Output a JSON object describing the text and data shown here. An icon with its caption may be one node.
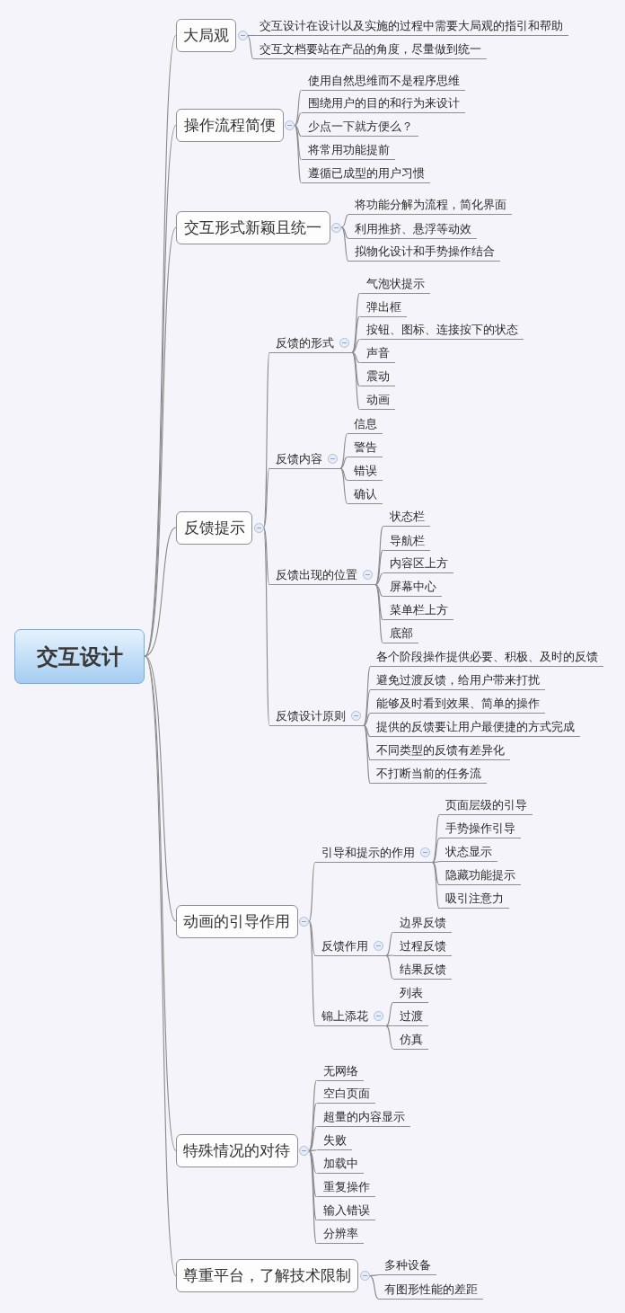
{
  "diagram": {
    "nodes": [
      {
        "text": [
          "交互设计"
        ]
      },
      {
        "text": [
          "大局观"
        ]
      },
      {
        "text": [
          "交互设计在设计以及实施的过程中需要大局观的指引和帮助"
        ]
      },
      {
        "text": [
          "交互文档要站在产品的角度，尽量做到统一"
        ]
      },
      {
        "text": [
          "操作流程简便"
        ]
      },
      {
        "text": [
          "使用自然思维而不是程序思维"
        ]
      },
      {
        "text": [
          "围绕用户的目的和行为来设计"
        ]
      },
      {
        "text": [
          "少点一下就方便么？"
        ]
      },
      {
        "text": [
          "将常用功能提前"
        ]
      },
      {
        "text": [
          "遵循已成型的用户习惯"
        ]
      },
      {
        "text": [
          "交互形式新颖且统一"
        ]
      },
      {
        "text": [
          "将功能分解为流程，简化界面"
        ]
      },
      {
        "text": [
          "利用推挤、悬浮等动效"
        ]
      },
      {
        "text": [
          "拟物化设计和手势操作结合"
        ]
      },
      {
        "text": [
          "反馈提示"
        ]
      },
      {
        "text": [
          "反馈的形式"
        ]
      },
      {
        "text": [
          "气泡状提示"
        ]
      },
      {
        "text": [
          "弹出框"
        ]
      },
      {
        "text": [
          "按钮、图标、连接按下的状态"
        ]
      },
      {
        "text": [
          "声音"
        ]
      },
      {
        "text": [
          "震动"
        ]
      },
      {
        "text": [
          "动画"
        ]
      },
      {
        "text": [
          "反馈内容"
        ]
      },
      {
        "text": [
          "信息"
        ]
      },
      {
        "text": [
          "警告"
        ]
      },
      {
        "text": [
          "错误"
        ]
      },
      {
        "text": [
          "确认"
        ]
      },
      {
        "text": [
          "反馈出现的位置"
        ]
      },
      {
        "text": [
          "状态栏"
        ]
      },
      {
        "text": [
          "导航栏"
        ]
      },
      {
        "text": [
          "内容区上方"
        ]
      },
      {
        "text": [
          "屏幕中心"
        ]
      },
      {
        "text": [
          "菜单栏上方"
        ]
      },
      {
        "text": [
          "底部"
        ]
      },
      {
        "text": [
          "反馈设计原则"
        ]
      },
      {
        "text": [
          "各个阶段操作提供必要、积极、及时的反馈"
        ]
      },
      {
        "text": [
          "避免过渡反馈，给用户带来打扰"
        ]
      },
      {
        "text": [
          "能够及时看到效果、简单的操作"
        ]
      },
      {
        "text": [
          "提供的反馈要让用户最便捷的方式完成"
        ]
      },
      {
        "text": [
          "不同类型的反馈有差异化"
        ]
      },
      {
        "text": [
          "不打断当前的任务流"
        ]
      },
      {
        "text": [
          "动画的引导作用"
        ]
      },
      {
        "text": [
          "引导和提示的作用"
        ]
      },
      {
        "text": [
          "页面层级的引导"
        ]
      },
      {
        "text": [
          "手势操作引导"
        ]
      },
      {
        "text": [
          "状态显示"
        ]
      },
      {
        "text": [
          "隐藏功能提示"
        ]
      },
      {
        "text": [
          "吸引注意力"
        ]
      },
      {
        "text": [
          "反馈作用"
        ]
      },
      {
        "text": [
          "边界反馈"
        ]
      },
      {
        "text": [
          "过程反馈"
        ]
      },
      {
        "text": [
          "结果反馈"
        ]
      },
      {
        "text": [
          "锦上添花"
        ]
      },
      {
        "text": [
          "列表"
        ]
      },
      {
        "text": [
          "过渡"
        ]
      },
      {
        "text": [
          "仿真"
        ]
      },
      {
        "text": [
          "特殊情况的对待"
        ]
      },
      {
        "text": [
          "无网络"
        ]
      },
      {
        "text": [
          "空白页面"
        ]
      },
      {
        "text": [
          "超量的内容显示"
        ]
      },
      {
        "text": [
          "失败"
        ]
      },
      {
        "text": [
          "加载中"
        ]
      },
      {
        "text": [
          "重复操作"
        ]
      },
      {
        "text": [
          "输入错误"
        ]
      },
      {
        "text": [
          "分辨率"
        ]
      },
      {
        "text": [
          "尊重平台，了解技术限制"
        ]
      },
      {
        "text": [
          "多种设备"
        ]
      },
      {
        "text": [
          "有图形性能的差距"
        ]
      }
    ],
    "edges": [
      {
        "from": 0,
        "to": 1,
        "arrow": "none"
      },
      {
        "from": 1,
        "to": 2,
        "arrow": "none"
      },
      {
        "from": 1,
        "to": 3,
        "arrow": "none"
      },
      {
        "from": 0,
        "to": 4,
        "arrow": "none"
      },
      {
        "from": 4,
        "to": 5,
        "arrow": "none"
      },
      {
        "from": 4,
        "to": 6,
        "arrow": "none"
      },
      {
        "from": 4,
        "to": 7,
        "arrow": "none"
      },
      {
        "from": 4,
        "to": 8,
        "arrow": "none"
      },
      {
        "from": 4,
        "to": 9,
        "arrow": "none"
      },
      {
        "from": 0,
        "to": 10,
        "arrow": "none"
      },
      {
        "from": 10,
        "to": 11,
        "arrow": "none"
      },
      {
        "from": 10,
        "to": 12,
        "arrow": "none"
      },
      {
        "from": 10,
        "to": 13,
        "arrow": "none"
      },
      {
        "from": 0,
        "to": 14,
        "arrow": "none"
      },
      {
        "from": 14,
        "to": 15,
        "arrow": "none"
      },
      {
        "from": 15,
        "to": 16,
        "arrow": "none"
      },
      {
        "from": 15,
        "to": 17,
        "arrow": "none"
      },
      {
        "from": 15,
        "to": 18,
        "arrow": "none"
      },
      {
        "from": 15,
        "to": 19,
        "arrow": "none"
      },
      {
        "from": 15,
        "to": 20,
        "arrow": "none"
      },
      {
        "from": 15,
        "to": 21,
        "arrow": "none"
      },
      {
        "from": 14,
        "to": 22,
        "arrow": "none"
      },
      {
        "from": 22,
        "to": 23,
        "arrow": "none"
      },
      {
        "from": 22,
        "to": 24,
        "arrow": "none"
      },
      {
        "from": 22,
        "to": 25,
        "arrow": "none"
      },
      {
        "from": 22,
        "to": 26,
        "arrow": "none"
      },
      {
        "from": 14,
        "to": 27,
        "arrow": "none"
      },
      {
        "from": 27,
        "to": 28,
        "arrow": "none"
      },
      {
        "from": 27,
        "to": 29,
        "arrow": "none"
      },
      {
        "from": 27,
        "to": 30,
        "arrow": "none"
      },
      {
        "from": 27,
        "to": 31,
        "arrow": "none"
      },
      {
        "from": 27,
        "to": 32,
        "arrow": "none"
      },
      {
        "from": 27,
        "to": 33,
        "arrow": "none"
      },
      {
        "from": 14,
        "to": 34,
        "arrow": "none"
      },
      {
        "from": 34,
        "to": 35,
        "arrow": "none"
      },
      {
        "from": 34,
        "to": 36,
        "arrow": "none"
      },
      {
        "from": 34,
        "to": 37,
        "arrow": "none"
      },
      {
        "from": 34,
        "to": 38,
        "arrow": "none"
      },
      {
        "from": 34,
        "to": 39,
        "arrow": "none"
      },
      {
        "from": 34,
        "to": 40,
        "arrow": "none"
      },
      {
        "from": 0,
        "to": 41,
        "arrow": "none"
      },
      {
        "from": 41,
        "to": 42,
        "arrow": "none"
      },
      {
        "from": 42,
        "to": 43,
        "arrow": "none"
      },
      {
        "from": 42,
        "to": 44,
        "arrow": "none"
      },
      {
        "from": 42,
        "to": 45,
        "arrow": "none"
      },
      {
        "from": 42,
        "to": 46,
        "arrow": "none"
      },
      {
        "from": 42,
        "to": 47,
        "arrow": "none"
      },
      {
        "from": 41,
        "to": 48,
        "arrow": "none"
      },
      {
        "from": 48,
        "to": 49,
        "arrow": "none"
      },
      {
        "from": 48,
        "to": 50,
        "arrow": "none"
      },
      {
        "from": 48,
        "to": 51,
        "arrow": "none"
      },
      {
        "from": 41,
        "to": 52,
        "arrow": "none"
      },
      {
        "from": 52,
        "to": 53,
        "arrow": "none"
      },
      {
        "from": 52,
        "to": 54,
        "arrow": "none"
      },
      {
        "from": 52,
        "to": 55,
        "arrow": "none"
      },
      {
        "from": 0,
        "to": 56,
        "arrow": "none"
      },
      {
        "from": 56,
        "to": 57,
        "arrow": "none"
      },
      {
        "from": 56,
        "to": 58,
        "arrow": "none"
      },
      {
        "from": 56,
        "to": 59,
        "arrow": "none"
      },
      {
        "from": 56,
        "to": 60,
        "arrow": "none"
      },
      {
        "from": 56,
        "to": 61,
        "arrow": "none"
      },
      {
        "from": 56,
        "to": 62,
        "arrow": "none"
      },
      {
        "from": 56,
        "to": 63,
        "arrow": "none"
      },
      {
        "from": 56,
        "to": 64,
        "arrow": "none"
      },
      {
        "from": 0,
        "to": 65,
        "arrow": "none"
      },
      {
        "from": 65,
        "to": 66,
        "arrow": "none"
      },
      {
        "from": 65,
        "to": 67,
        "arrow": "none"
      }
    ]
  }
}
